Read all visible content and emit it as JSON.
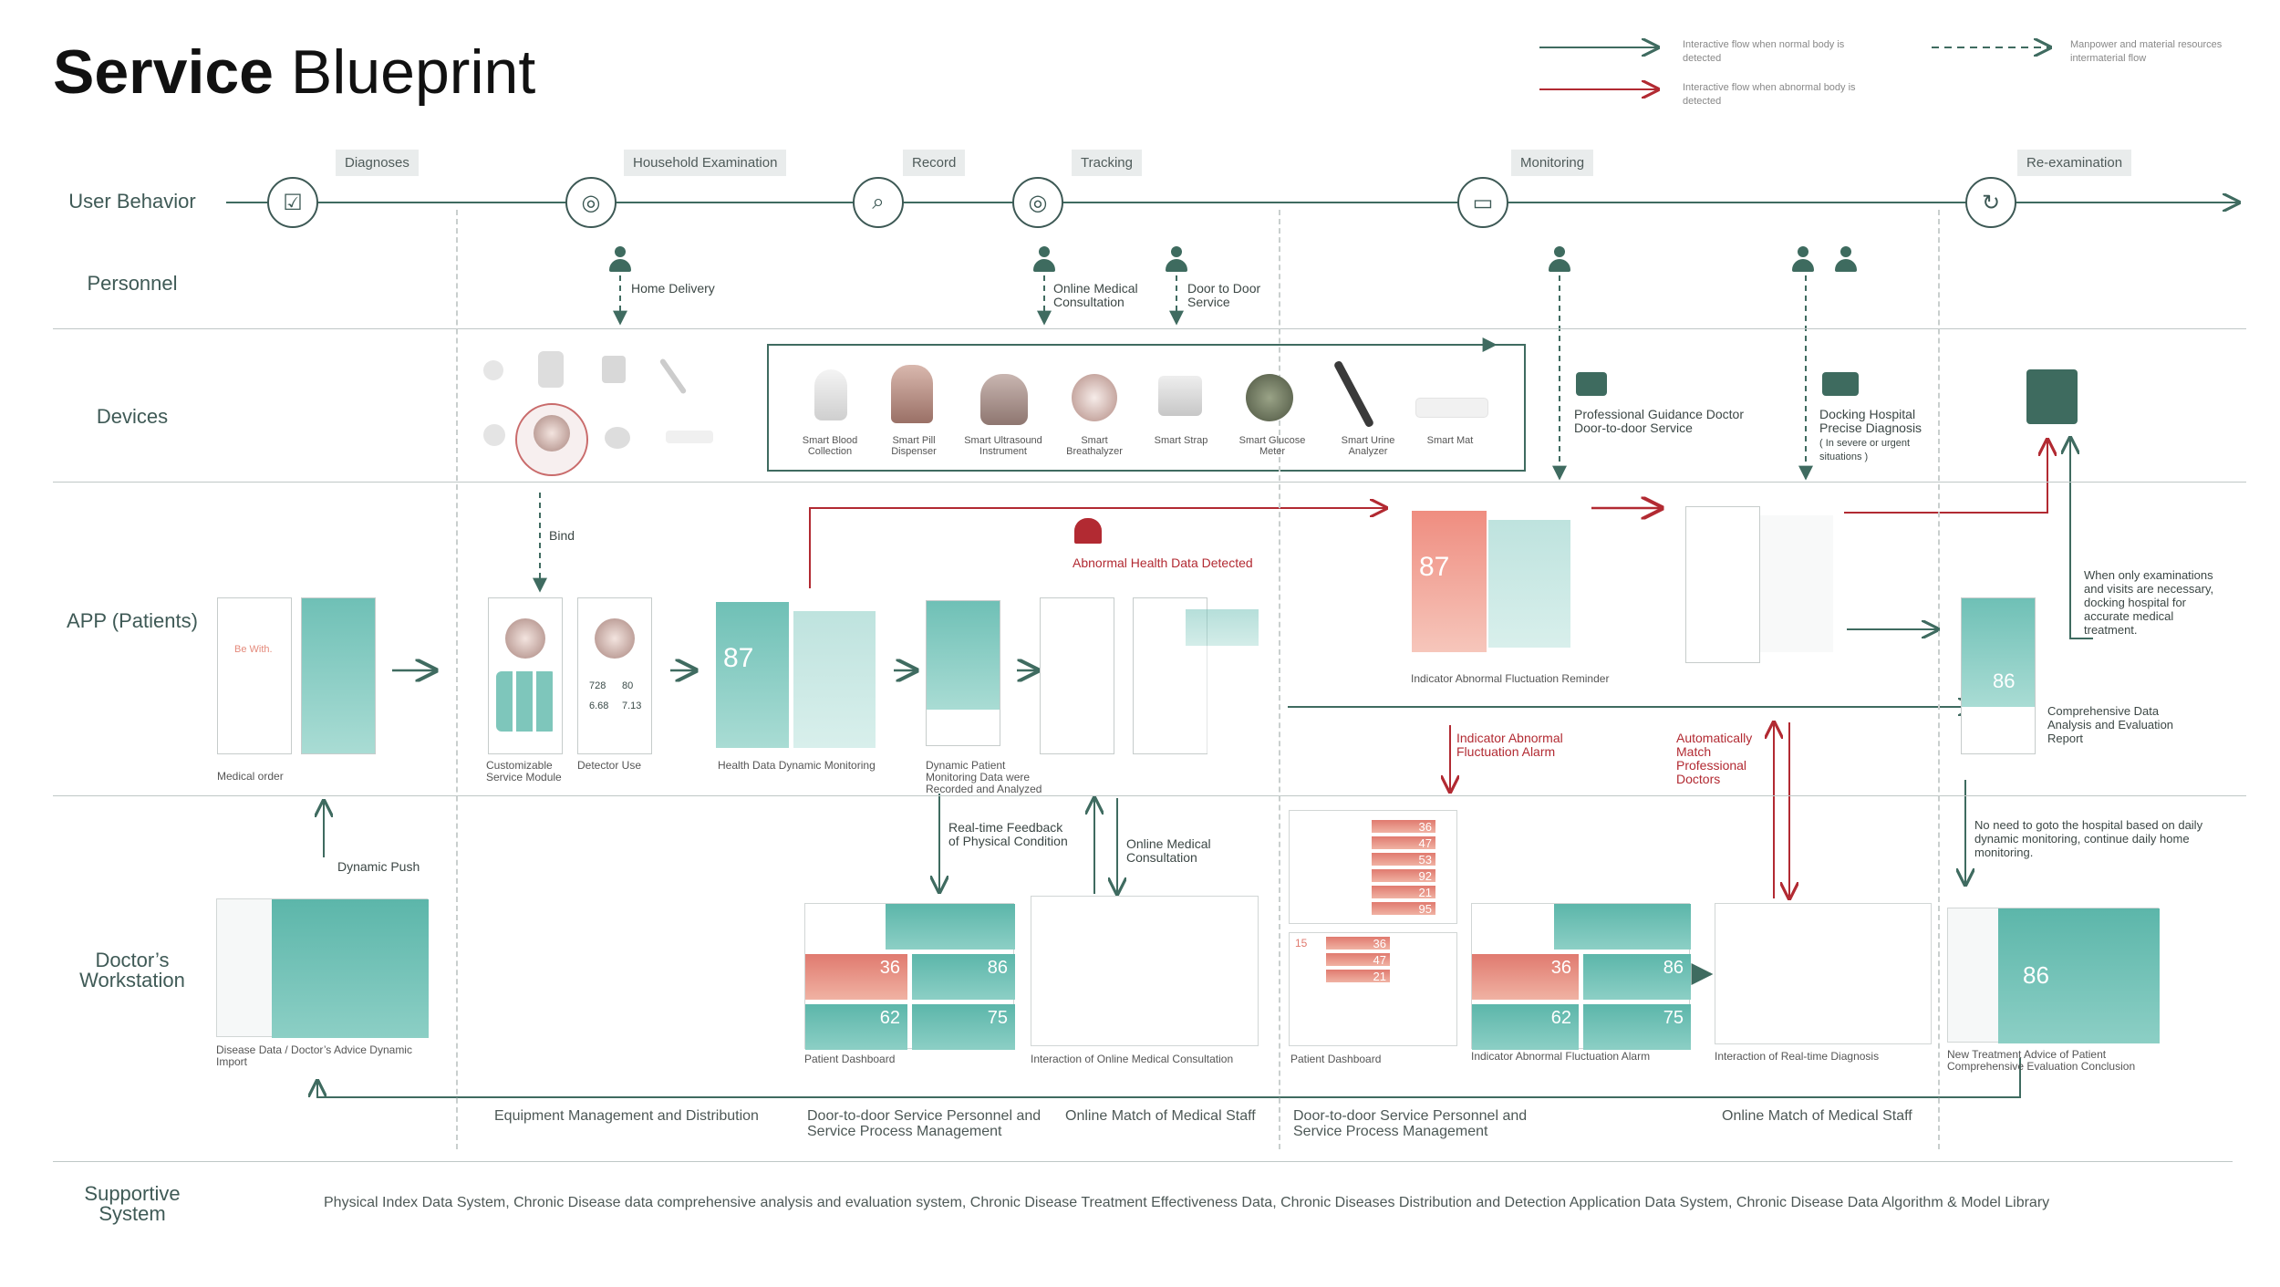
{
  "title": {
    "bold": "Service",
    "light": "Blueprint"
  },
  "legend": {
    "normal": "Interactive flow when normal body is detected",
    "abnormal": "Interactive flow when abnormal body is detected",
    "resource": "Manpower and material resources intermaterial flow",
    "colors": {
      "normal": "#3f6b60",
      "abnormal": "#b22a32"
    }
  },
  "rows": {
    "user_behavior": "User Behavior",
    "personnel": "Personnel",
    "devices": "Devices",
    "app": "APP (Patients)",
    "doctor": "Doctor’s Workstation",
    "supportive": "Supportive System"
  },
  "stages": [
    "Diagnoses",
    "Household Examination",
    "Record",
    "Tracking",
    "Monitoring",
    "Re-examination"
  ],
  "personnel": {
    "home_delivery": "Home Delivery",
    "online_consult": "Online Medical Consultation",
    "door_to_door": "Door to Door Service"
  },
  "devices": {
    "labels": [
      "Smart Blood Collection",
      "Smart Pill Dispenser",
      "Smart Ultrasound Instrument",
      "Smart Breathalyzer",
      "Smart Strap",
      "Smart Glucose Meter",
      "Smart Urine Analyzer",
      "Smart Mat"
    ],
    "guidance": "Professional Guidance Doctor Door-to-door Service",
    "docking": "Docking Hospital Precise Diagnosis",
    "docking_note": "( In severe or urgent situations )"
  },
  "app": {
    "bind": "Bind",
    "abnormal_detected": "Abnormal Health Data Detected",
    "captions": [
      "Medical order",
      "Customizable Service Module",
      "Detector Use",
      "Health Data Dynamic Monitoring",
      "Dynamic Patient Monitoring Data were Recorded and Analyzed",
      "Indicator Abnormal Fluctuation Reminder",
      "Comprehensive Data Analysis and Evaluation Report"
    ],
    "screen_text": {
      "be_with": "Be With.",
      "n87": "87",
      "n728": "728",
      "n80": "80",
      "n668": "6.68",
      "n713": "7.13",
      "n86": "86"
    },
    "hospital_note": "When only examinations and visits are necessary, docking hospital for accurate medical treatment.",
    "alarm": "Indicator Abnormal Fluctuation Alarm",
    "auto_match": "Automatically Match Professional Doctors"
  },
  "doctor": {
    "dynamic_push": "Dynamic Push",
    "realtime_feedback": "Real-time Feedback of Physical Condition",
    "online_consult": "Online Medical Consultation",
    "no_hospital": "No need to goto the hospital based on daily dynamic monitoring, continue daily home monitoring.",
    "captions": [
      "Disease Data / Doctor’s Advice Dynamic Import",
      "Patient Dashboard",
      "Interaction of Online Medical Consultation",
      "Patient Dashboard",
      "Indicator Abnormal Fluctuation Alarm",
      "Interaction of Real-time Diagnosis",
      "New Treatment Advice of Patient Comprehensive Evaluation Conclusion"
    ],
    "tile_numbers": {
      "a": "36",
      "b": "86",
      "c": "62",
      "d": "75",
      "e": "86"
    },
    "list_numbers": [
      "36",
      "47",
      "53",
      "92",
      "21",
      "95"
    ],
    "list2_numbers": [
      "15",
      "36",
      "47",
      "21"
    ]
  },
  "management": [
    "Equipment Management and Distribution",
    "Door-to-door Service Personnel and Service Process Management",
    "Online Match of Medical Staff",
    "Door-to-door Service Personnel and Service Process Management",
    "Online Match of Medical Staff"
  ],
  "supportive_text": "Physical Index Data System, Chronic Disease data comprehensive analysis and evaluation system, Chronic Disease Treatment Effectiveness Data, Chronic Diseases Distribution and Detection Application Data System, Chronic Disease Data Algorithm & Model Library"
}
